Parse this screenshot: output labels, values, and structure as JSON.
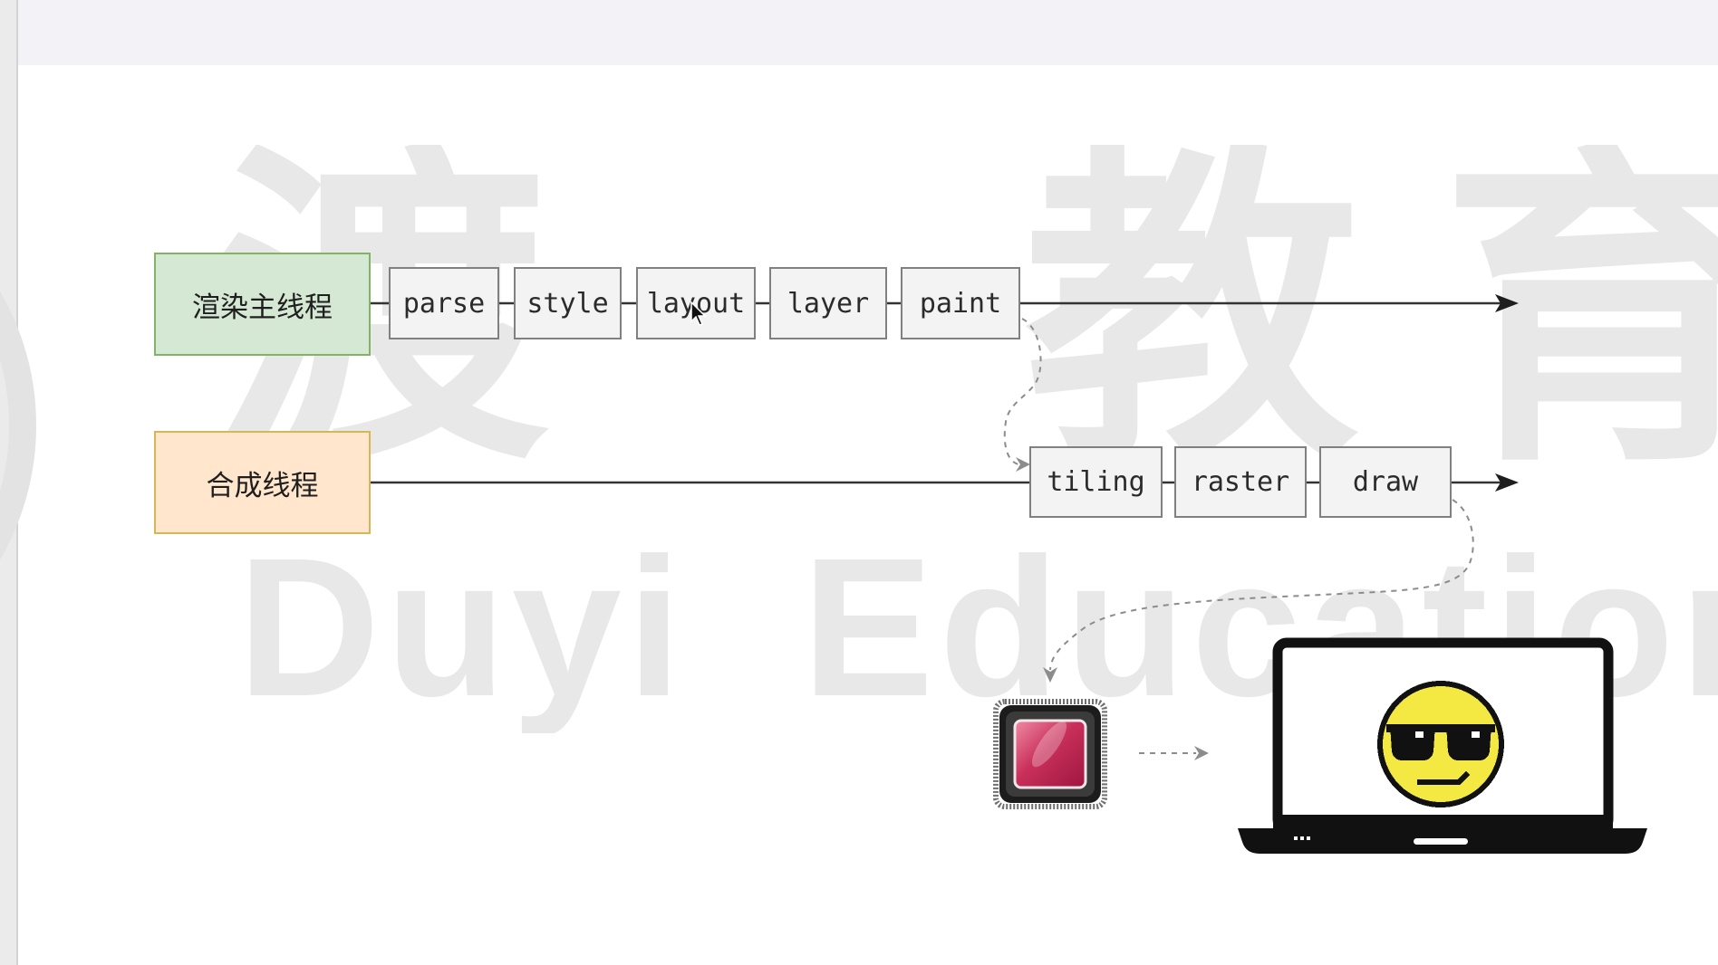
{
  "watermark": {
    "cjk": [
      "渡",
      "教",
      "育"
    ],
    "latin": "Duyi Education"
  },
  "threads": [
    {
      "label": "渲染主线程",
      "fill": "#d5e8d4",
      "border": "#82b366",
      "steps": [
        "parse",
        "style",
        "layout",
        "layer",
        "paint"
      ]
    },
    {
      "label": "合成线程",
      "fill": "#ffe6cc",
      "border": "#d6b656",
      "steps": [
        "tiling",
        "raster",
        "draw"
      ]
    }
  ],
  "icons": {
    "gpu": "gpu-chip-icon",
    "display": "laptop-icon",
    "emoji": "sunglasses-face-icon",
    "cursor": "mouse-cursor-icon"
  },
  "colors": {
    "step_fill": "#f3f3f3",
    "step_border": "#808080",
    "line": "#333333",
    "dashed": "#8c8c8c",
    "watermark": "#e8e8e8",
    "topbar": "#f3f3f7"
  }
}
